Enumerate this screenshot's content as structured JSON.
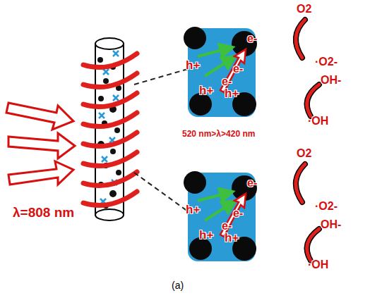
{
  "diagram": {
    "caption": "(a)",
    "nodes": [
      {
        "text": [
          "h+",
          "e-",
          "e-",
          "e-",
          "h+",
          "h+"
        ]
      },
      {
        "text": [
          "h+",
          "e-",
          "e-",
          "e-",
          "h+",
          "h+"
        ]
      }
    ],
    "labels": [
      "λ=808 nm",
      "O2",
      "·O2-",
      "OH-",
      "·OH",
      "520 nm>λ>420 nm",
      "O2",
      "·O2-",
      "OH-",
      "·OH"
    ]
  }
}
